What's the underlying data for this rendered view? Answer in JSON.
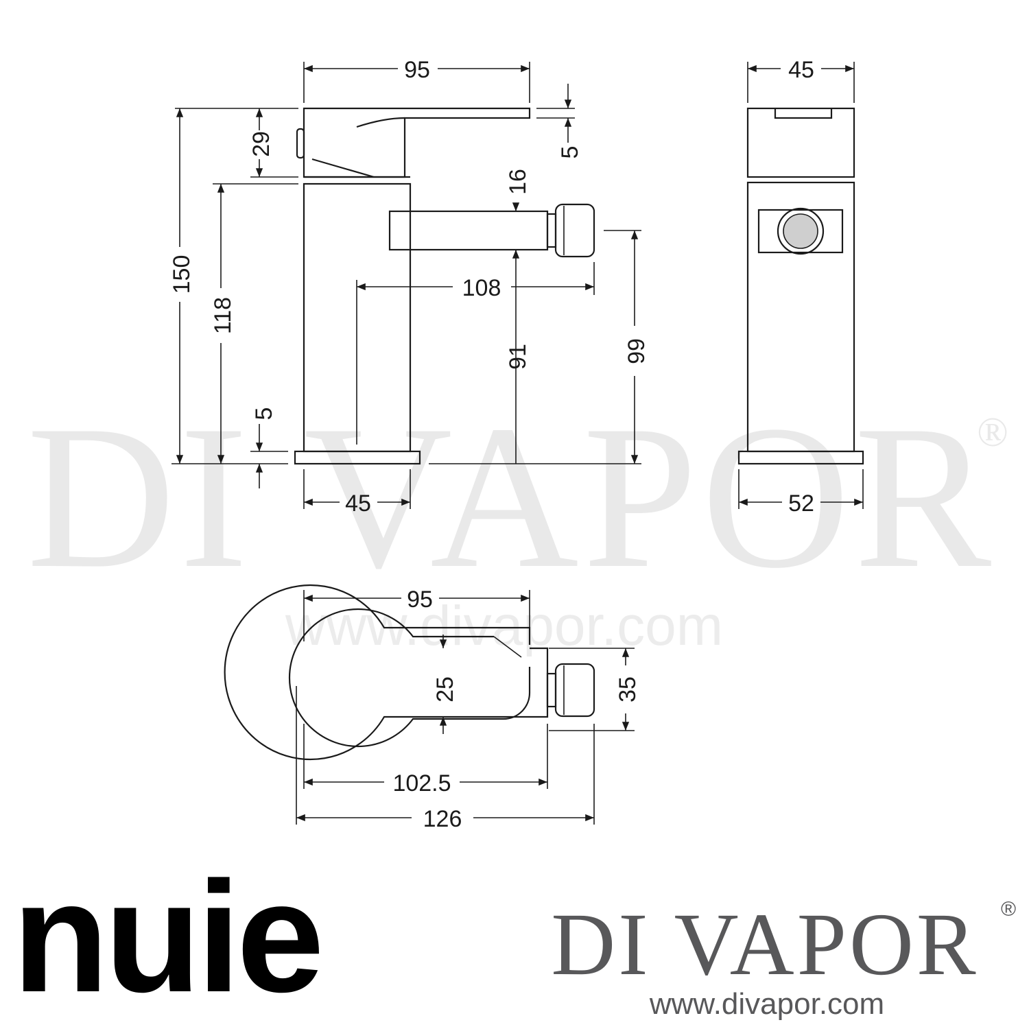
{
  "watermark": {
    "brand": "DI VAPOR",
    "registered": "®",
    "url": "www.divapor.com"
  },
  "side_view": {
    "dims": {
      "top_width": "95",
      "handle_height": "29",
      "handle_thickness": "5",
      "total_height": "150",
      "body_height": "118",
      "base_thickness": "5",
      "base_width": "45",
      "spout_height": "16",
      "spout_reach": "108",
      "spout_to_base": "91",
      "outlet_height": "99"
    }
  },
  "front_view": {
    "dims": {
      "top_width": "45",
      "base_width": "52"
    }
  },
  "top_view": {
    "dims": {
      "overall_width": "95",
      "lever_width": "25",
      "outlet_width": "35",
      "reach_to_outlet": "102.5",
      "overall_length": "126"
    }
  },
  "footer": {
    "manufacturer_logo": "nuie",
    "retailer_logo": "DI VAPOR",
    "retailer_registered": "®",
    "retailer_url": "www.divapor.com"
  }
}
